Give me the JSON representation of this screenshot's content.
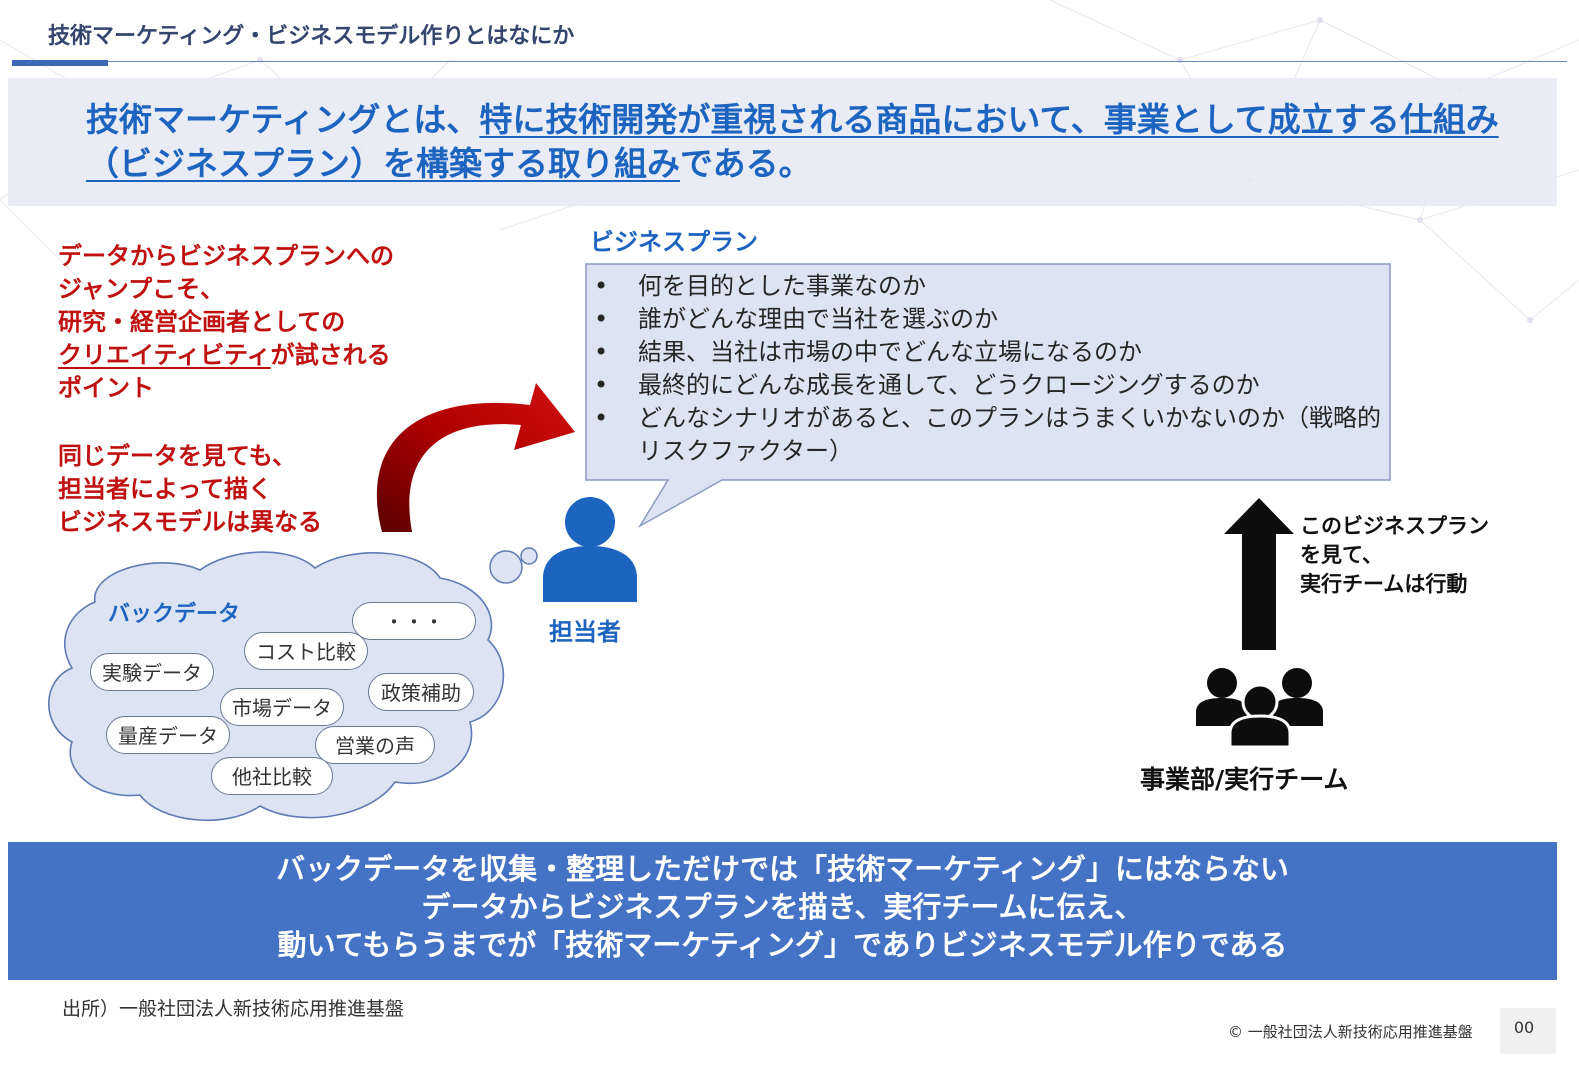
{
  "header": {
    "title": "技術マーケティング・ビジネスモデル作りとはなにか"
  },
  "headline": {
    "lead": "技術マーケティングとは、",
    "underlined": "特に技術開発が重視される商品において、事業として成立する仕組み（ビジネスプラン）を構築する取り組み",
    "tail": "である。"
  },
  "left_callout": {
    "block1": {
      "line1": "データからビジネスプランへの",
      "line2": "ジャンプこそ、",
      "line3": "研究・経営企画者としての",
      "line4_underlined": "クリエイティビティ",
      "line4_rest": "が試される",
      "line5": "ポイント"
    },
    "block2": {
      "line1": "同じデータを見ても、",
      "line2": "担当者によって描く",
      "line3": "ビジネスモデルは異なる"
    }
  },
  "business_plan": {
    "title": "ビジネスプラン",
    "bullet_char": "•",
    "items": [
      "何を目的とした事業なのか",
      "誰がどんな理由で当社を選ぶのか",
      "結果、当社は市場の中でどんな立場になるのか",
      "最終的にどんな成長を通して、どうクロージングするのか",
      "どんなシナリオがあると、このプランはうまくいかないのか（戦略的リスクファクター）"
    ]
  },
  "person": {
    "label": "担当者",
    "icon": "person-icon"
  },
  "cloud": {
    "title": "バックデータ",
    "pills": {
      "ellipsis": "・・・",
      "cost": "コスト比較",
      "experiment": "実験データ",
      "policy": "政策補助",
      "market": "市場データ",
      "mass": "量産データ",
      "sales": "営業の声",
      "competitor": "他社比較"
    }
  },
  "execution": {
    "line1": "このビジネスプラン",
    "line2": "を見て、",
    "line3": "実行チームは行動",
    "team_label": "事業部/実行チーム",
    "icon": "team-icon"
  },
  "bottom_band": {
    "line1": "バックデータを収集・整理しただけでは「技術マーケティング」にはならない",
    "line2": "データからビジネスプランを描き、実行チームに伝え、",
    "line3": "動いてもらうまでが「技術マーケティング」でありビジネスモデル作りである"
  },
  "footer": {
    "source": "出所）一般社団法人新技術応用推進基盤",
    "copyright": "© 一般社団法人新技術応用推進基盤",
    "page": "00"
  },
  "colors": {
    "accent_blue": "#1d64c1",
    "band_blue": "#4472c4",
    "emphasis_red": "#c01111",
    "bubble_fill": "#dce3f2"
  }
}
